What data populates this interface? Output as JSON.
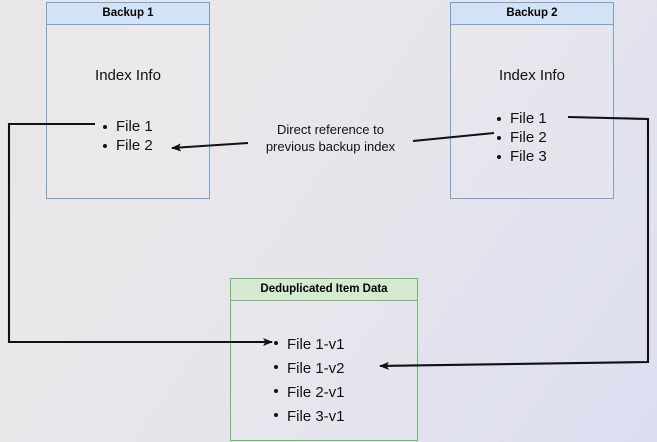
{
  "diagram": {
    "title_hidden": "",
    "colors": {
      "blue_border": "#7a9fd1",
      "blue_header_fill": "#d3e3f7",
      "green_border": "#76b473",
      "green_header_fill": "#d6ead2",
      "arrow": "#111111",
      "background_start": "#e8e6e6",
      "background_end": "#dcdef0",
      "text": "#111111"
    },
    "backup1": {
      "header": "Backup 1",
      "section_label": "Index Info",
      "files": [
        {
          "label": "File 1"
        },
        {
          "label": "File 2"
        }
      ]
    },
    "backup2": {
      "header": "Backup 2",
      "section_label": "Index Info",
      "files": [
        {
          "label": "File 1"
        },
        {
          "label": "File 2"
        },
        {
          "label": "File 3"
        }
      ]
    },
    "dedup": {
      "header": "Deduplicated Item Data",
      "items": [
        {
          "label": "File 1-v1"
        },
        {
          "label": "File 1-v2"
        },
        {
          "label": "File 2-v1"
        },
        {
          "label": "File 3-v1"
        }
      ]
    },
    "caption": {
      "line1": "Direct reference to",
      "line2": "previous backup index"
    },
    "connectors": [
      {
        "name": "backup1-file1-to-dedup-file1v1",
        "from": "Backup 1 / File 1",
        "to": "Deduplicated Item Data / File 1-v1"
      },
      {
        "name": "backup2-file1-to-dedup-file1v2",
        "from": "Backup 2 / File 1",
        "to": "Deduplicated Item Data / File 1-v2"
      },
      {
        "name": "backup2-file2-to-backup1-file2",
        "from": "Backup 2 / File 2",
        "to": "Backup 1 / File 2"
      }
    ]
  }
}
